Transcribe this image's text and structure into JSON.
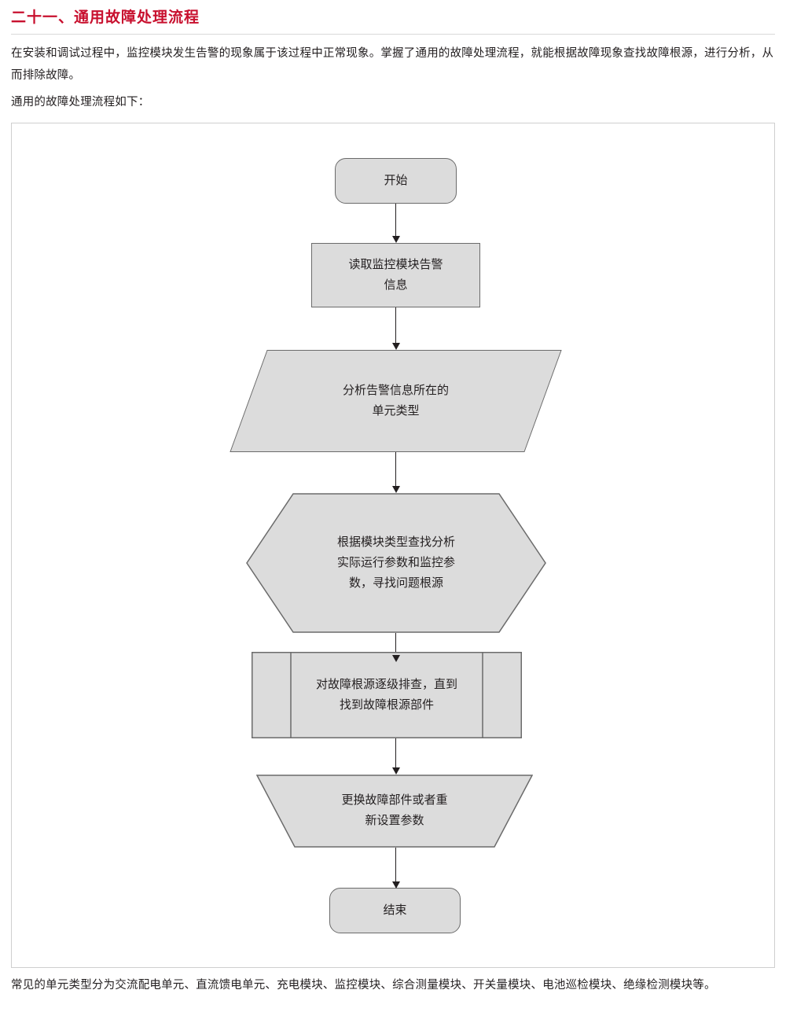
{
  "document": {
    "title": "二十一、通用故障处理流程",
    "intro_paragraph_1": "在安装和调试过程中，监控模块发生告警的现象属于该过程中正常现象。掌握了通用的故障处理流程，就能根据故障现象查找故障根源，进行分析，从而排除故障。",
    "intro_paragraph_2": "通用的故障处理流程如下：",
    "footer_paragraph": "常见的单元类型分为交流配电单元、直流馈电单元、充电模块、监控模块、综合测量模块、开关量模块、电池巡检模块、绝缘检测模块等。",
    "title_color": "#c8102e",
    "node_fill": "#dcdcdc",
    "node_stroke": "#6b6b6b"
  },
  "flowchart": {
    "type": "flowchart",
    "nodes": [
      {
        "id": "start",
        "shape": "terminator",
        "label": "开始"
      },
      {
        "id": "read-alarm",
        "shape": "process",
        "label": "读取监控模块告警\n信息"
      },
      {
        "id": "analyze-unit",
        "shape": "parallelogram",
        "label": "分析告警信息所在的\n单元类型"
      },
      {
        "id": "find-root",
        "shape": "hexagon",
        "label": "根据模块类型查找分析\n实际运行参数和监控参\n数，寻找问题根源"
      },
      {
        "id": "troubleshoot",
        "shape": "predefined-process",
        "label": "对故障根源逐级排查，直到\n找到故障根源部件"
      },
      {
        "id": "replace-part",
        "shape": "trapezoid",
        "label": "更换故障部件或者重\n新设置参数"
      },
      {
        "id": "end",
        "shape": "terminator",
        "label": "结束"
      }
    ],
    "edges": [
      {
        "from": "start",
        "to": "read-alarm"
      },
      {
        "from": "read-alarm",
        "to": "analyze-unit"
      },
      {
        "from": "analyze-unit",
        "to": "find-root"
      },
      {
        "from": "find-root",
        "to": "troubleshoot"
      },
      {
        "from": "troubleshoot",
        "to": "replace-part"
      },
      {
        "from": "replace-part",
        "to": "end"
      }
    ]
  }
}
